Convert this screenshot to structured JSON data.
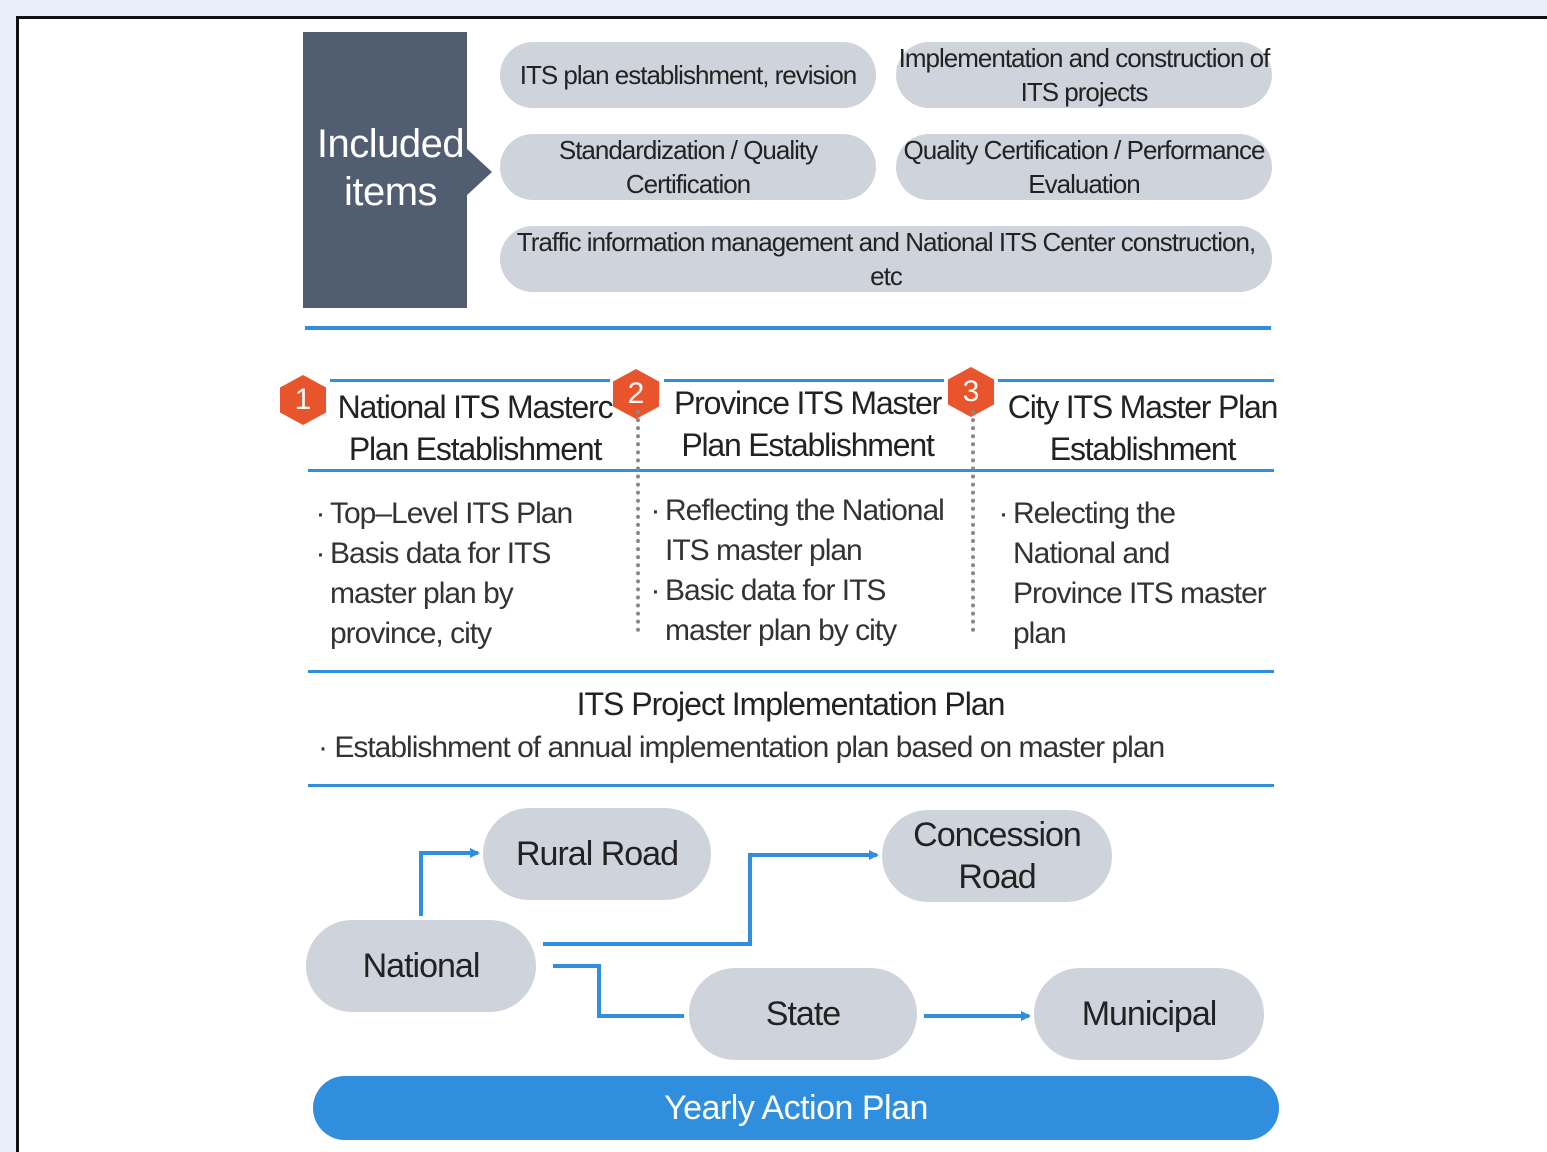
{
  "included": {
    "label": "Included items",
    "items": [
      "ITS plan establishment, revision",
      "Implementation and construction of ITS projects",
      "Standardization / Quality Certification",
      "Quality Certification / Performance Evaluation",
      "Traffic information management and National ITS Center construction, etc"
    ]
  },
  "plans": [
    {
      "number": "1",
      "title": "National ITS Masterc Plan Establishment",
      "bullets": [
        "Top–Level ITS Plan",
        "Basis data for ITS master plan by province, city"
      ]
    },
    {
      "number": "2",
      "title": "Province ITS Master Plan Establishment",
      "bullets": [
        "Reflecting the National ITS master plan",
        "Basic data for ITS master plan by city"
      ]
    },
    {
      "number": "3",
      "title": "City ITS Master Plan Establishment",
      "bullets": [
        "Relecting the National and Province ITS master plan"
      ]
    }
  ],
  "implementation": {
    "title": "ITS Project Implementation Plan",
    "description": "Establishment of annual implementation plan based on master plan"
  },
  "flow": {
    "national": "National",
    "rural_road": "Rural Road",
    "concession_road": "Concession Road",
    "state": "State",
    "municipal": "Municipal"
  },
  "yearly_action_plan": "Yearly Action Plan",
  "colors": {
    "accent_blue": "#2f8fde",
    "dark_block": "#515d71",
    "pill_gray": "#cfd3dc",
    "badge_orange": "#e8542b"
  }
}
